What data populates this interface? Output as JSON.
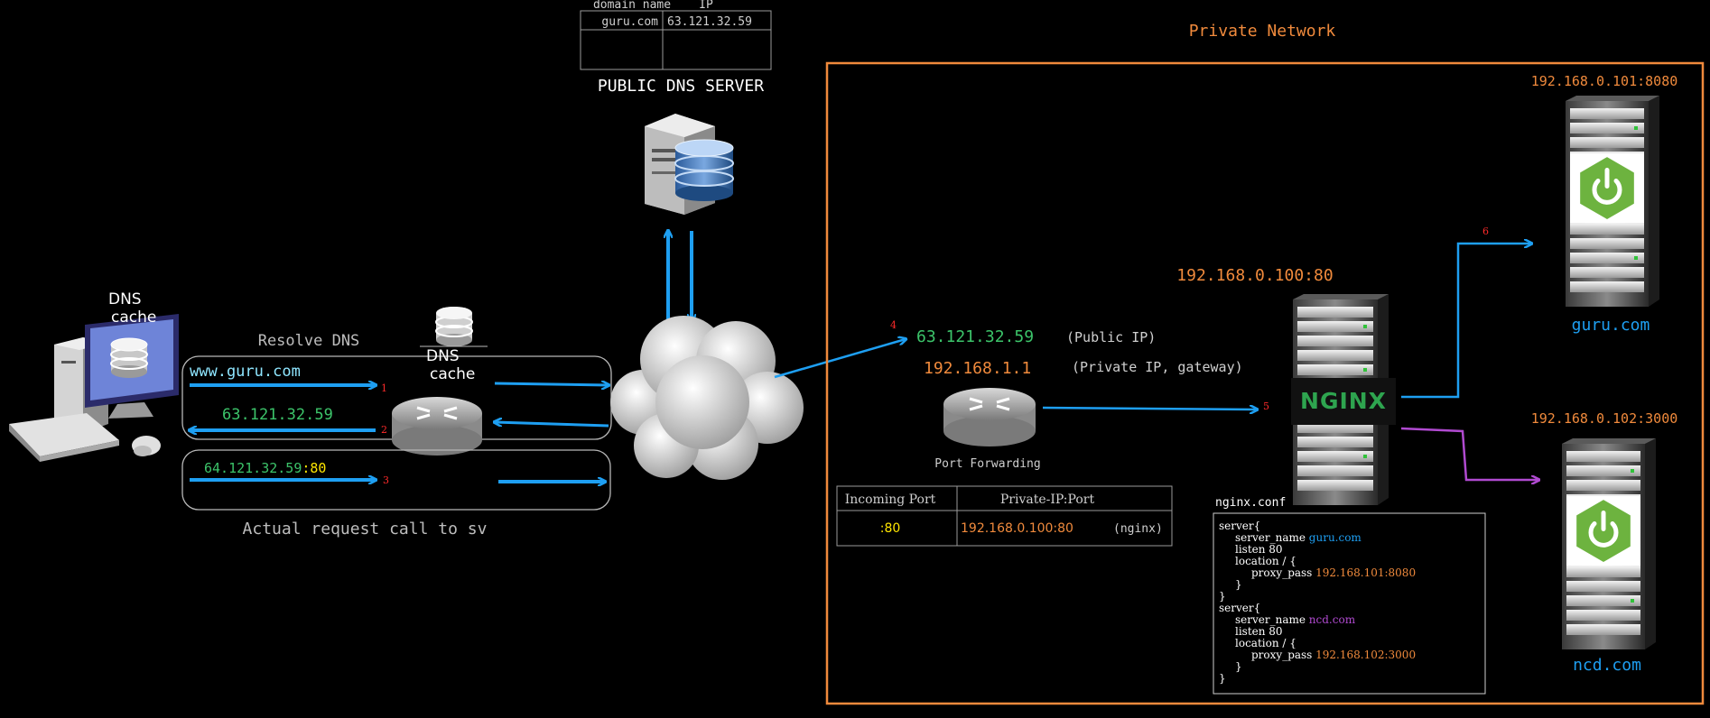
{
  "dns_table": {
    "headers": [
      "domain name",
      "IP"
    ],
    "rows": [
      [
        "guru.com",
        "63.121.32.59"
      ]
    ],
    "label": "PUBLIC DNS SERVER"
  },
  "client": {
    "dns_cache_line1": "DNS",
    "dns_cache_line2": "cache"
  },
  "router_cache": {
    "line1": "DNS",
    "line2": "cache"
  },
  "resolve": {
    "label": "Resolve DNS",
    "query": "www.guru.com",
    "answer": "63.121.32.59"
  },
  "request": {
    "ip": "64.121.32.59",
    "port": ":80",
    "label": "Actual request call to sv"
  },
  "steps": [
    "1",
    "2",
    "3",
    "4",
    "5",
    "6"
  ],
  "private_network": {
    "title": "Private Network",
    "public_ip": "63.121.32.59",
    "public_ip_note": "(Public IP)",
    "private_ip": "192.168.1.1",
    "private_ip_note": "(Private IP, gateway)",
    "router_label": "Port Forwarding"
  },
  "port_table": {
    "headers": [
      "Incoming Port",
      "Private-IP:Port"
    ],
    "incoming": ":80",
    "target": "192.168.0.100:80",
    "target_note": "(nginx)"
  },
  "nginx": {
    "address": "192.168.0.100:80",
    "logo": "NGINX",
    "conf_title": "nginx.conf",
    "conf": [
      {
        "indent": 0,
        "parts": [
          {
            "t": "server{",
            "c": "#ffffff"
          }
        ]
      },
      {
        "indent": 1,
        "parts": [
          {
            "t": "server_name  ",
            "c": "#ffffff"
          },
          {
            "t": "guru.com",
            "c": "#1e9ff2"
          }
        ]
      },
      {
        "indent": 1,
        "parts": [
          {
            "t": "listen 80",
            "c": "#ffffff"
          }
        ]
      },
      {
        "indent": 1,
        "parts": [
          {
            "t": "location / {",
            "c": "#ffffff"
          }
        ]
      },
      {
        "indent": 2,
        "parts": [
          {
            "t": "proxy_pass ",
            "c": "#ffffff"
          },
          {
            "t": "192.168.101:8080",
            "c": "#f08a3c"
          }
        ]
      },
      {
        "indent": 1,
        "parts": [
          {
            "t": "}",
            "c": "#ffffff"
          }
        ]
      },
      {
        "indent": 0,
        "parts": [
          {
            "t": "}",
            "c": "#ffffff"
          }
        ]
      },
      {
        "indent": 0,
        "parts": [
          {
            "t": "server{",
            "c": "#ffffff"
          }
        ]
      },
      {
        "indent": 1,
        "parts": [
          {
            "t": "server_name ",
            "c": "#ffffff"
          },
          {
            "t": "ncd.com",
            "c": "#b04ad0"
          }
        ]
      },
      {
        "indent": 1,
        "parts": [
          {
            "t": "listen 80",
            "c": "#ffffff"
          }
        ]
      },
      {
        "indent": 1,
        "parts": [
          {
            "t": "location / {",
            "c": "#ffffff"
          }
        ]
      },
      {
        "indent": 2,
        "parts": [
          {
            "t": "proxy_pass ",
            "c": "#ffffff"
          },
          {
            "t": "192.168.102:3000",
            "c": "#f08a3c"
          }
        ]
      },
      {
        "indent": 1,
        "parts": [
          {
            "t": "}",
            "c": "#ffffff"
          }
        ]
      },
      {
        "indent": 0,
        "parts": [
          {
            "t": "}",
            "c": "#ffffff"
          }
        ]
      }
    ]
  },
  "servers": [
    {
      "address": "192.168.0.101:8080",
      "domain": "guru.com"
    },
    {
      "address": "192.168.0.102:3000",
      "domain": "ncd.com"
    }
  ],
  "colors": {
    "arrow": "#1e9ff2",
    "orange": "#f08a3c",
    "green": "#3cc46a",
    "purple": "#b04ad0",
    "step": "#ff2a2a",
    "port_yellow": "#ffe600"
  }
}
